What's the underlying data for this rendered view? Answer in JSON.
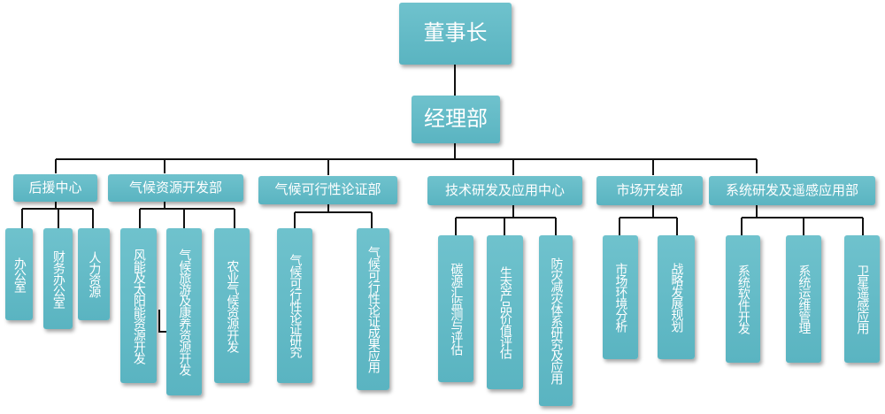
{
  "chairman": "董事长",
  "manager": "经理部",
  "departments": [
    {
      "name": "后援中心",
      "units": [
        "办公室",
        "财务办公室",
        "人力资源"
      ]
    },
    {
      "name": "气候资源开发部",
      "units": [
        "风能及太阳能资源开发",
        "气候旅游及康养资源开发",
        "农业气候资源开发"
      ]
    },
    {
      "name": "气候可行性论证部",
      "units": [
        "气候可行性论证研究",
        "气候可行性论证成果应用"
      ]
    },
    {
      "name": "技术研发及应用中心",
      "units": [
        "碳源汇监测与评估",
        "生态产品价值评估",
        "防灾减灾体系研究及应用"
      ]
    },
    {
      "name": "市场开发部",
      "units": [
        "市场环境分析",
        "战略发展规划"
      ]
    },
    {
      "name": "系统研发及遥感应用部",
      "units": [
        "系统软件开发",
        "系统运维管理",
        "卫星遥感应用"
      ]
    }
  ],
  "colors": {
    "box": "#5ab4c1",
    "text": "#ffffff",
    "line": "#111111"
  }
}
